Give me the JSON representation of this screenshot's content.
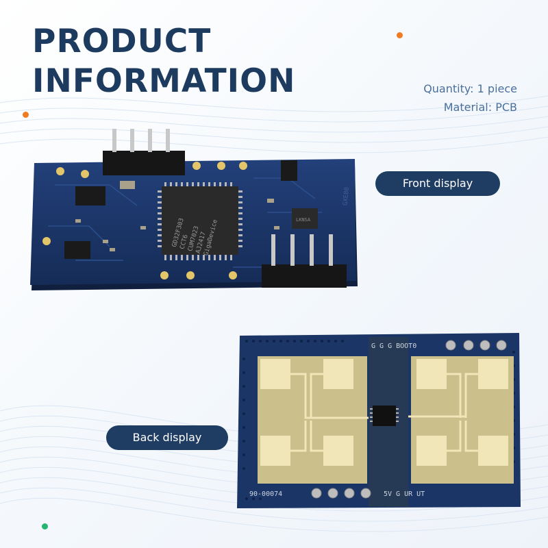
{
  "title": {
    "line1": "PRODUCT",
    "line2": "INFORMATION"
  },
  "specs": {
    "quantity": "Quantity: 1 piece",
    "material": "Material: PCB"
  },
  "labels": {
    "front": "Front display",
    "back": "Back display"
  },
  "front_board": {
    "chip_text": [
      "GD32F303",
      "CCT6",
      "CUM7023",
      "AJ2417",
      "GigaDevice"
    ],
    "small_chip_text": "LKNSA",
    "edge_text": "GXE80"
  },
  "back_board": {
    "top_pin_text": "G G G BOOT0",
    "bottom_pin_text": "5V G UR UT",
    "serial_text": "90-00074"
  },
  "colors": {
    "title": "#1d3a5f",
    "specs": "#4a6f9c",
    "pill": "#1f3c62",
    "pcb": "#1b3566",
    "gold": "#e6d9a6",
    "accent_orange": "#f07c22",
    "accent_green": "#22b573"
  }
}
